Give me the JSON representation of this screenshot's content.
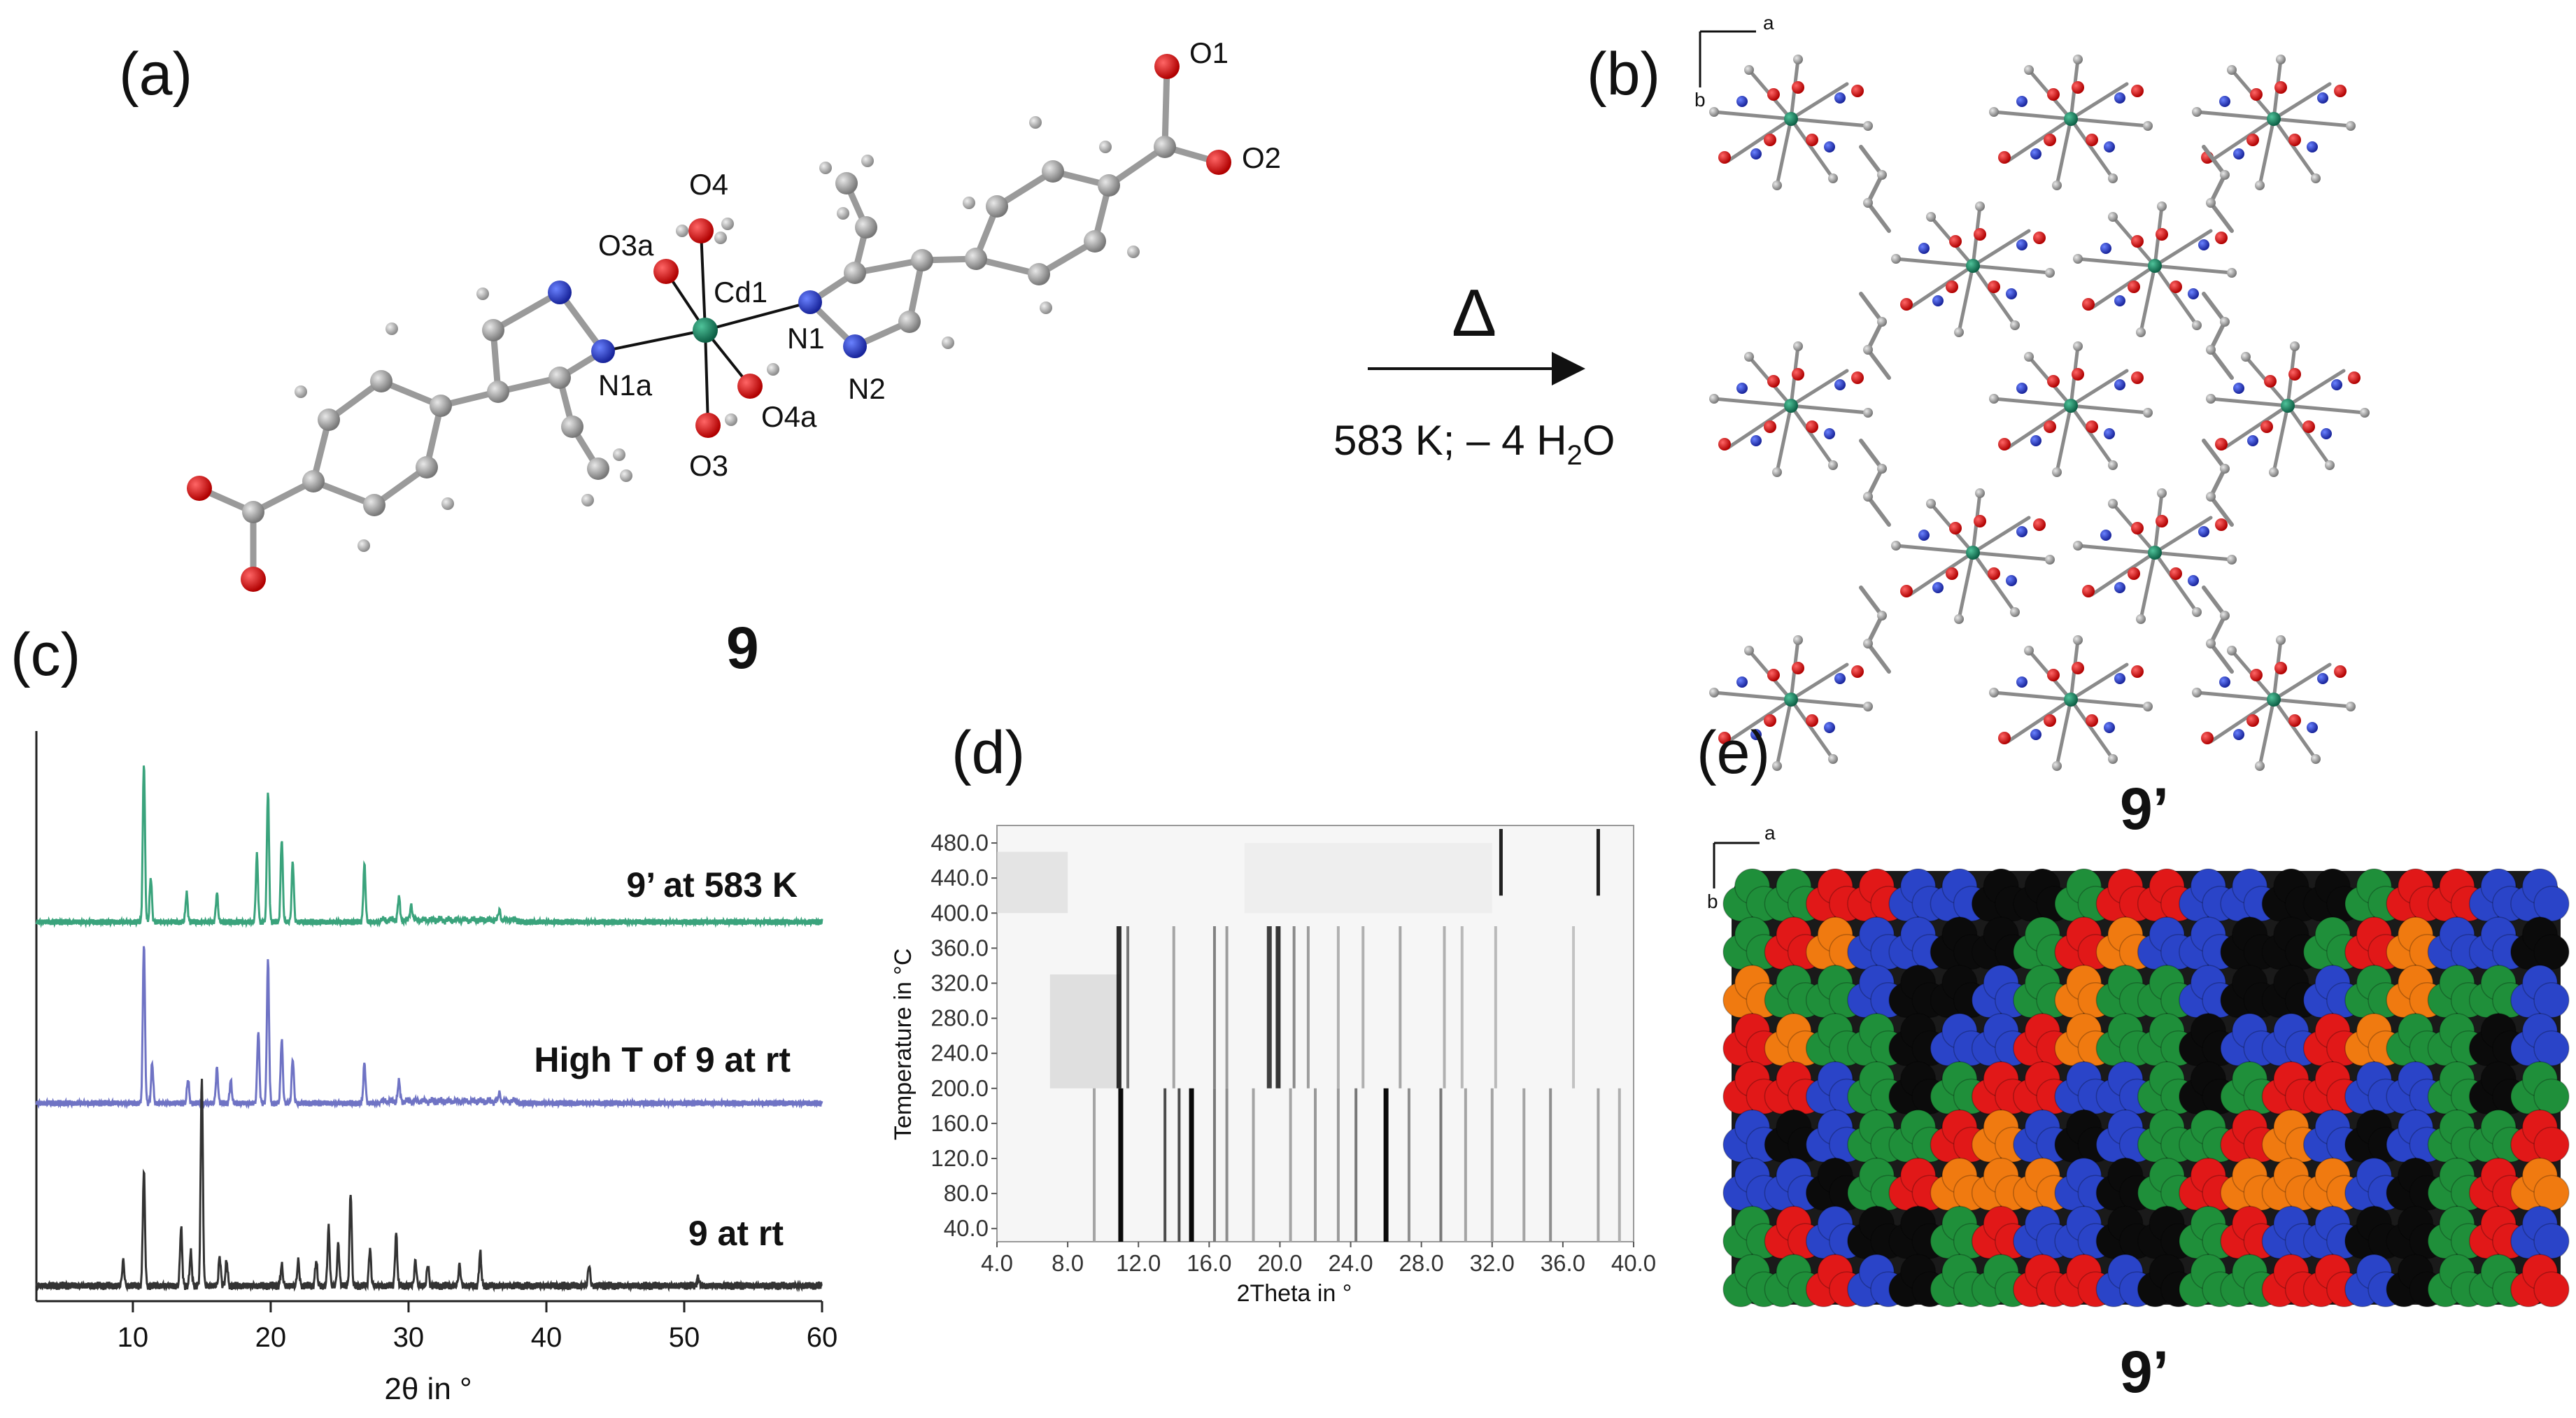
{
  "panels": {
    "a": {
      "letter": "(a)",
      "compound": "9",
      "atoms": {
        "o1": "O1",
        "o2": "O2",
        "o4": "O4",
        "o3a": "O3a",
        "cd1": "Cd1",
        "n1": "N1",
        "n1a": "N1a",
        "n2": "N2",
        "o4a": "O4a",
        "o3": "O3"
      }
    },
    "arrow": {
      "symbol": "Δ",
      "cond_main": "583 K; – 4 H",
      "cond_sub": "2",
      "cond_end": "O"
    },
    "b": {
      "letter": "(b)",
      "compound": "9’",
      "axis_a": "a",
      "axis_b": "b"
    },
    "c": {
      "letter": "(c)",
      "traces": [
        "9’ at 583 K",
        "High T of 9 at rt",
        "9 at rt"
      ],
      "xlabel": "2θ in °"
    },
    "d": {
      "letter": "(d)",
      "ylabel": "Temperature  in °C",
      "xlabel": "2Theta in °"
    },
    "e": {
      "letter": "(e)",
      "compound": "9’",
      "axis_a": "a",
      "axis_b": "b"
    }
  },
  "chart_data": [
    {
      "type": "line",
      "panel": "c",
      "xlabel": "2θ in °",
      "xlim": [
        3,
        60
      ],
      "x_ticks": [
        10,
        20,
        30,
        40,
        50,
        60
      ],
      "series": [
        {
          "name": "9’ at 583 K",
          "color": "#3aa37c",
          "peaks": [
            [
              10.8,
              1.0
            ],
            [
              11.3,
              0.28
            ],
            [
              13.9,
              0.18
            ],
            [
              16.1,
              0.18
            ],
            [
              19.0,
              0.42
            ],
            [
              19.8,
              0.82
            ],
            [
              20.8,
              0.52
            ],
            [
              21.6,
              0.38
            ],
            [
              26.8,
              0.36
            ],
            [
              29.3,
              0.14
            ],
            [
              30.2,
              0.1
            ],
            [
              36.6,
              0.06
            ]
          ]
        },
        {
          "name": "High T of 9 at rt",
          "color": "#6f73c4",
          "peaks": [
            [
              10.8,
              1.0
            ],
            [
              11.4,
              0.25
            ],
            [
              14.0,
              0.15
            ],
            [
              16.1,
              0.22
            ],
            [
              17.1,
              0.14
            ],
            [
              19.1,
              0.45
            ],
            [
              19.8,
              0.9
            ],
            [
              20.8,
              0.4
            ],
            [
              21.6,
              0.28
            ],
            [
              26.8,
              0.25
            ],
            [
              29.3,
              0.12
            ],
            [
              36.6,
              0.05
            ]
          ]
        },
        {
          "name": "9 at rt",
          "color": "#333333",
          "peaks": [
            [
              9.3,
              0.12
            ],
            [
              10.8,
              0.55
            ],
            [
              13.5,
              0.28
            ],
            [
              14.2,
              0.16
            ],
            [
              15.0,
              1.0
            ],
            [
              16.3,
              0.14
            ],
            [
              16.8,
              0.12
            ],
            [
              20.8,
              0.1
            ],
            [
              22.0,
              0.12
            ],
            [
              23.3,
              0.12
            ],
            [
              24.2,
              0.28
            ],
            [
              24.9,
              0.2
            ],
            [
              25.8,
              0.45
            ],
            [
              27.2,
              0.18
            ],
            [
              29.1,
              0.25
            ],
            [
              30.5,
              0.12
            ],
            [
              31.4,
              0.1
            ],
            [
              33.7,
              0.1
            ],
            [
              35.2,
              0.16
            ],
            [
              43.1,
              0.1
            ],
            [
              51.0,
              0.04
            ]
          ]
        }
      ]
    },
    {
      "type": "heatmap",
      "panel": "d",
      "xlabel": "2Theta in °",
      "ylabel": "Temperature  in °C",
      "xlim": [
        4.0,
        40.0
      ],
      "ylim": [
        25.0,
        500.0
      ],
      "x_ticks": [
        "4.0",
        "8.0",
        "12.0",
        "16.0",
        "20.0",
        "24.0",
        "28.0",
        "32.0",
        "36.0",
        "40.0"
      ],
      "y_ticks": [
        "40.0",
        "80.0",
        "120.0",
        "160.0",
        "200.0",
        "240.0",
        "280.0",
        "320.0",
        "360.0",
        "400.0",
        "440.0",
        "480.0"
      ],
      "transition_temp": 200.0,
      "low_t_lines": [
        [
          9.5,
          0.3
        ],
        [
          11.0,
          1.0
        ],
        [
          13.5,
          0.7
        ],
        [
          14.3,
          0.7
        ],
        [
          15.0,
          1.0
        ],
        [
          16.3,
          0.5
        ],
        [
          17.0,
          0.4
        ],
        [
          18.5,
          0.3
        ],
        [
          20.6,
          0.3
        ],
        [
          22.0,
          0.35
        ],
        [
          23.3,
          0.35
        ],
        [
          24.3,
          0.5
        ],
        [
          26.0,
          1.0
        ],
        [
          27.3,
          0.4
        ],
        [
          29.1,
          0.5
        ],
        [
          30.5,
          0.3
        ],
        [
          32.0,
          0.3
        ],
        [
          33.8,
          0.3
        ],
        [
          35.3,
          0.4
        ],
        [
          38.0,
          0.3
        ],
        [
          39.2,
          0.25
        ]
      ],
      "high_t_lines": [
        [
          10.9,
          1.0
        ],
        [
          11.4,
          0.6
        ],
        [
          14.0,
          0.35
        ],
        [
          16.3,
          0.55
        ],
        [
          17.0,
          0.4
        ],
        [
          19.4,
          0.9
        ],
        [
          19.9,
          0.95
        ],
        [
          20.8,
          0.5
        ],
        [
          21.6,
          0.4
        ],
        [
          23.3,
          0.3
        ],
        [
          24.7,
          0.3
        ],
        [
          26.8,
          0.35
        ],
        [
          29.3,
          0.3
        ],
        [
          30.3,
          0.25
        ],
        [
          32.2,
          0.25
        ],
        [
          36.6,
          0.2
        ]
      ],
      "very_high_t_lines": [
        [
          32.5,
          0.9
        ],
        [
          38.0,
          0.9
        ]
      ]
    }
  ]
}
